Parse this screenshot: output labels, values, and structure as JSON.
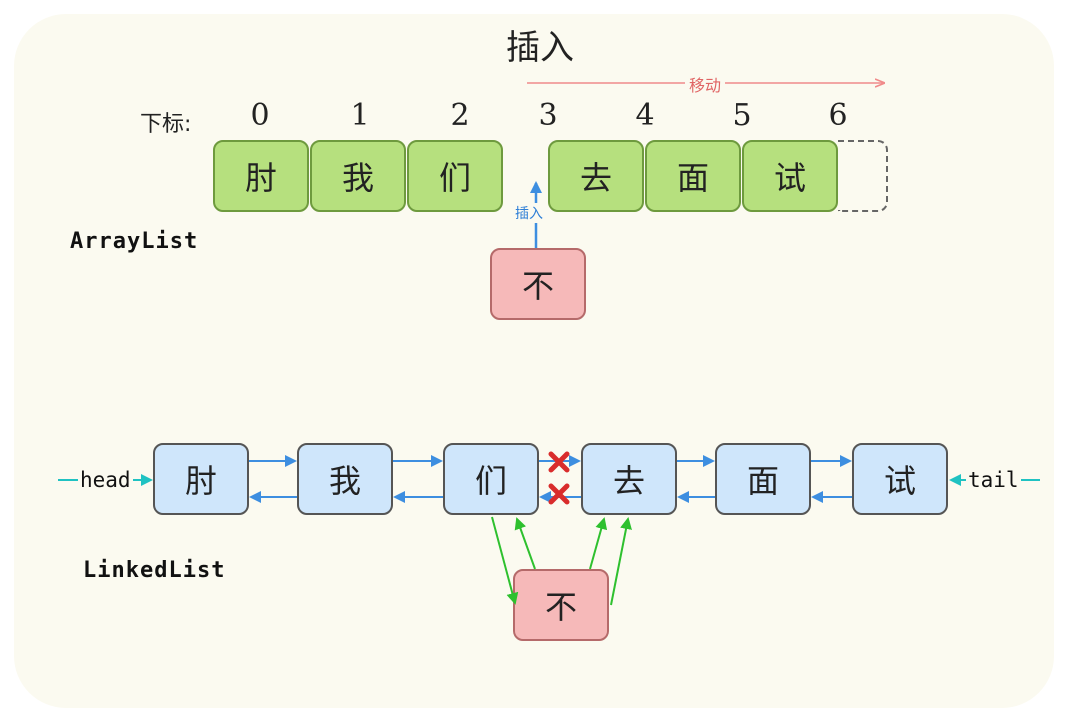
{
  "title": "插入",
  "array_list": {
    "index_label": "下标:",
    "indices": [
      "0",
      "1",
      "2",
      "3",
      "4",
      "5",
      "6"
    ],
    "cells": [
      "肘",
      "我",
      "们",
      "去",
      "面",
      "试"
    ],
    "move_label": "移动",
    "insert_label": "插入",
    "new_item": "不",
    "name": "ArrayList",
    "colors": {
      "cell": "#b6e07e",
      "new": "#f6b9b9",
      "move_arrow": "#f08a8a",
      "insert_arrow": "#3d8ee0"
    }
  },
  "linked_list": {
    "head_label": "head",
    "tail_label": "tail",
    "nodes": [
      "肘",
      "我",
      "们",
      "去",
      "面",
      "试"
    ],
    "new_item": "不",
    "name": "LinkedList",
    "colors": {
      "node": "#cfe6fb",
      "new": "#f6b9b9",
      "link_arrow": "#3d8ee0",
      "new_link_arrow": "#2ec02e",
      "cut_mark": "#d92c2c",
      "end_arrow": "#1fc2c2"
    },
    "icons": [
      "cross-mark-icon",
      "cross-mark-icon"
    ]
  }
}
